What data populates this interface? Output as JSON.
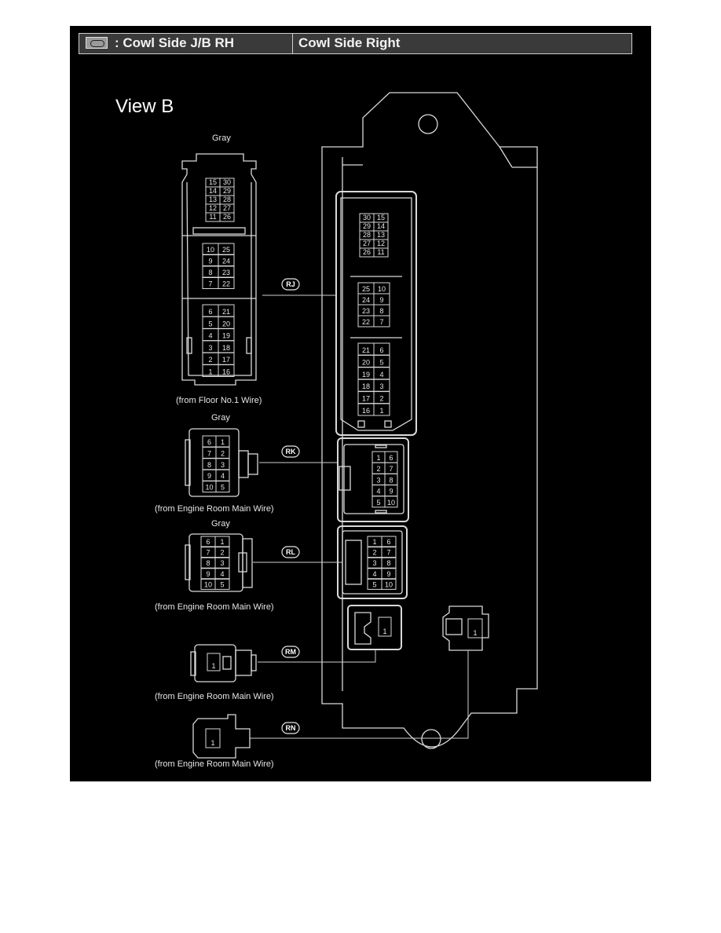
{
  "header": {
    "title": ": Cowl Side J/B RH",
    "location": "Cowl Side Right"
  },
  "diagram": {
    "view_label": "View B",
    "connectors": [
      {
        "code": "RJ",
        "color": "Gray",
        "source": "(from Floor No.1 Wire)",
        "harness_pins": [
          [
            "15",
            "30"
          ],
          [
            "14",
            "29"
          ],
          [
            "13",
            "28"
          ],
          [
            "12",
            "27"
          ],
          [
            "11",
            "26"
          ],
          [
            "10",
            "25"
          ],
          [
            "9",
            "24"
          ],
          [
            "8",
            "23"
          ],
          [
            "7",
            "22"
          ],
          [
            "6",
            "21"
          ],
          [
            "5",
            "20"
          ],
          [
            "4",
            "19"
          ],
          [
            "3",
            "18"
          ],
          [
            "2",
            "17"
          ],
          [
            "1",
            "16"
          ]
        ],
        "jb_pins": [
          [
            "30",
            "15"
          ],
          [
            "29",
            "14"
          ],
          [
            "28",
            "13"
          ],
          [
            "27",
            "12"
          ],
          [
            "26",
            "11"
          ],
          [
            "25",
            "10"
          ],
          [
            "24",
            "9"
          ],
          [
            "23",
            "8"
          ],
          [
            "22",
            "7"
          ],
          [
            "21",
            "6"
          ],
          [
            "20",
            "5"
          ],
          [
            "19",
            "4"
          ],
          [
            "18",
            "3"
          ],
          [
            "17",
            "2"
          ],
          [
            "16",
            "1"
          ]
        ]
      },
      {
        "code": "RK",
        "color": "Gray",
        "source": "(from Engine Room Main Wire)",
        "harness_pins": [
          [
            "6",
            "1"
          ],
          [
            "7",
            "2"
          ],
          [
            "8",
            "3"
          ],
          [
            "9",
            "4"
          ],
          [
            "10",
            "5"
          ]
        ],
        "jb_pins": [
          [
            "1",
            "6"
          ],
          [
            "2",
            "7"
          ],
          [
            "3",
            "8"
          ],
          [
            "4",
            "9"
          ],
          [
            "5",
            "10"
          ]
        ]
      },
      {
        "code": "RL",
        "color": "Gray",
        "source": "(from Engine Room Main Wire)",
        "harness_pins": [
          [
            "6",
            "1"
          ],
          [
            "7",
            "2"
          ],
          [
            "8",
            "3"
          ],
          [
            "9",
            "4"
          ],
          [
            "10",
            "5"
          ]
        ],
        "jb_pins": [
          [
            "1",
            "6"
          ],
          [
            "2",
            "7"
          ],
          [
            "3",
            "8"
          ],
          [
            "4",
            "9"
          ],
          [
            "5",
            "10"
          ]
        ]
      },
      {
        "code": "RM",
        "color": "",
        "source": "(from Engine Room Main Wire)",
        "harness_pins": [
          [
            "1"
          ]
        ],
        "jb_pins": [
          [
            "1"
          ]
        ]
      },
      {
        "code": "RN",
        "color": "",
        "source": "(from Engine Room Main Wire)",
        "harness_pins": [
          [
            "1"
          ]
        ],
        "jb_pins": [
          [
            "1"
          ]
        ]
      }
    ]
  }
}
